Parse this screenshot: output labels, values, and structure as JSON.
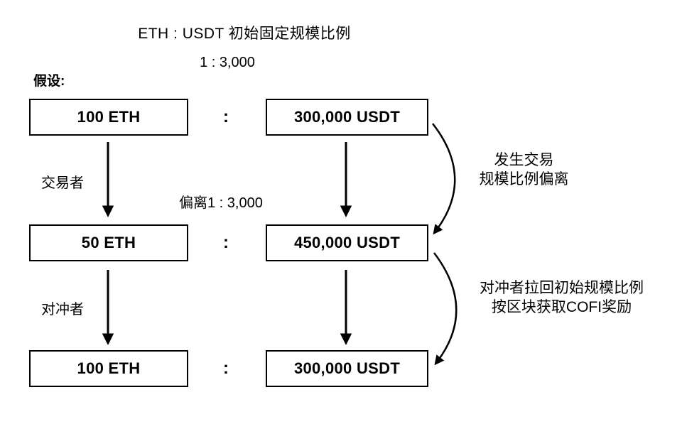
{
  "diagram": {
    "title": "ETH : USDT 初始固定规模比例",
    "initial_ratio": "1 : 3,000",
    "assumption_label": "假设:",
    "deviation_label": "偏离1 : 3,000",
    "colon": ":",
    "rows": [
      {
        "eth": "100 ETH",
        "usdt": "300,000 USDT"
      },
      {
        "eth": "50 ETH",
        "usdt": "450,000 USDT"
      },
      {
        "eth": "100 ETH",
        "usdt": "300,000 USDT"
      }
    ],
    "arrow_labels": {
      "trader": "交易者",
      "hedger": "对冲者"
    },
    "annotations": {
      "trade": {
        "line1": "发生交易",
        "line2": "规模比例偏离"
      },
      "hedge": {
        "line1": "对冲者拉回初始规模比例",
        "line2": "按区块获取COFI奖励"
      }
    },
    "colors": {
      "ink": "#000000",
      "background": "#ffffff"
    }
  }
}
